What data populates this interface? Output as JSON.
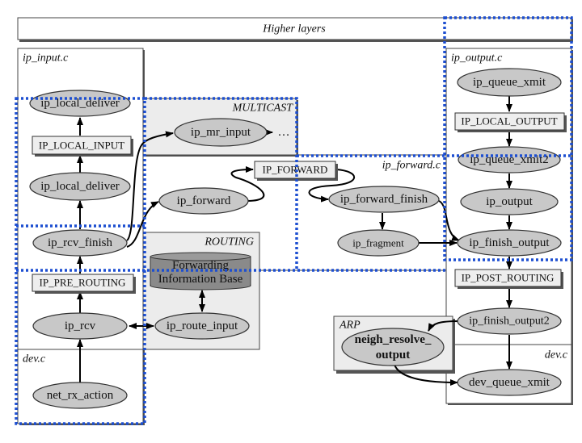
{
  "regions": {
    "higher_layers": "Higher layers",
    "ip_input": "ip_input.c",
    "multicast": "MULTICAST",
    "ip_forward": "ip_forward.c",
    "routing": "ROUTING",
    "dev_left": "dev.c",
    "ip_output": "ip_output.c",
    "dev_right": "dev.c",
    "arp": "ARP"
  },
  "nodes": {
    "ip_local_deliver_top": "ip_local_deliver",
    "ip_local_input": "IP_LOCAL_INPUT",
    "ip_local_deliver": "ip_local_deliver",
    "ip_rcv_finish": "ip_rcv_finish",
    "ip_pre_routing": "IP_PRE_ROUTING",
    "ip_rcv": "ip_rcv",
    "net_rx_action": "net_rx_action",
    "ip_mr_input": "ip_mr_input",
    "ellipsis": "…",
    "ip_forward_hook": "IP_FORWARD",
    "ip_forward": "ip_forward",
    "ip_forward_finish": "ip_forward_finish",
    "ip_fragment": "ip_fragment",
    "fib_line1": "Forwarding",
    "fib_line2": "Information Base",
    "ip_route_input": "ip_route_input",
    "ip_queue_xmit": "ip_queue_xmit",
    "ip_local_output": "IP_LOCAL_OUTPUT",
    "ip_queue_xmit2": "ip_queue_xmit2",
    "ip_output": "ip_output",
    "ip_finish_output": "ip_finish_output",
    "ip_post_routing": "IP_POST_ROUTING",
    "ip_finish_output2": "ip_finish_output2",
    "neigh_line1": "neigh_resolve_",
    "neigh_line2": "output",
    "dev_queue_xmit": "dev_queue_xmit"
  },
  "colors": {
    "highlight": "#1d4fd1",
    "node_fill": "#c8c8c8",
    "panel_fill": "#ececec",
    "fib_fill": "#8a8a8a"
  }
}
